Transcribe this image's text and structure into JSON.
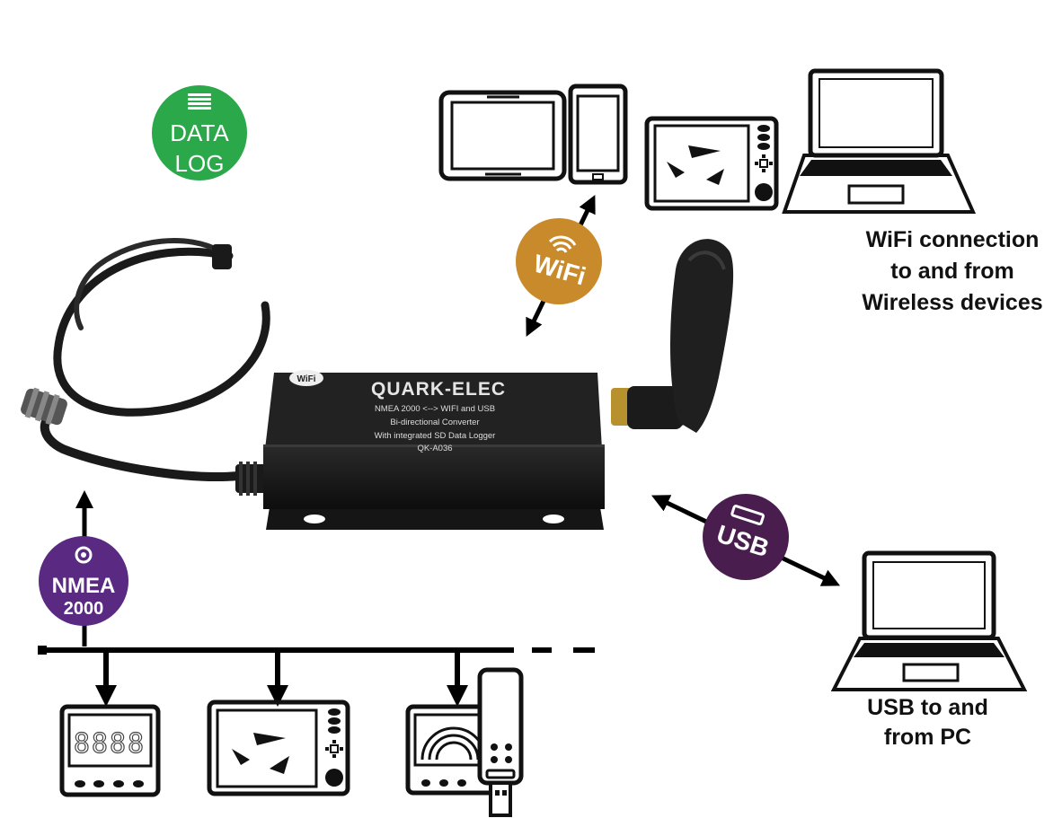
{
  "badges": {
    "data_log": {
      "line1": "DATA",
      "line2": "LOG",
      "color": "#2ba84a"
    },
    "wifi": {
      "label": "WiFi",
      "color": "#c98a2c"
    },
    "usb": {
      "label": "USB",
      "color": "#4a1d4f"
    },
    "nmea": {
      "line1": "NMEA",
      "line2": "2000",
      "color": "#5a2a82"
    }
  },
  "device": {
    "brand": "QUARK-ELEC",
    "line1": "NMEA 2000 <--> WIFI and USB",
    "line2": "Bi-directional Converter",
    "line3": "With integrated SD Data Logger",
    "model": "QK-A036",
    "sticker": "WiFi"
  },
  "captions": {
    "wifi_line1": "WiFi connection",
    "wifi_line2": "to and from",
    "wifi_line3": "Wireless devices",
    "usb_line1": "USB to and",
    "usb_line2": "from PC"
  },
  "instrument_display": "8888",
  "icons": [
    "tablet-icon",
    "phone-icon",
    "chartplotter-icon",
    "laptop-icon",
    "instrument-icon",
    "radar-icon",
    "usb-stick-icon",
    "antenna-icon",
    "cable-icon"
  ]
}
